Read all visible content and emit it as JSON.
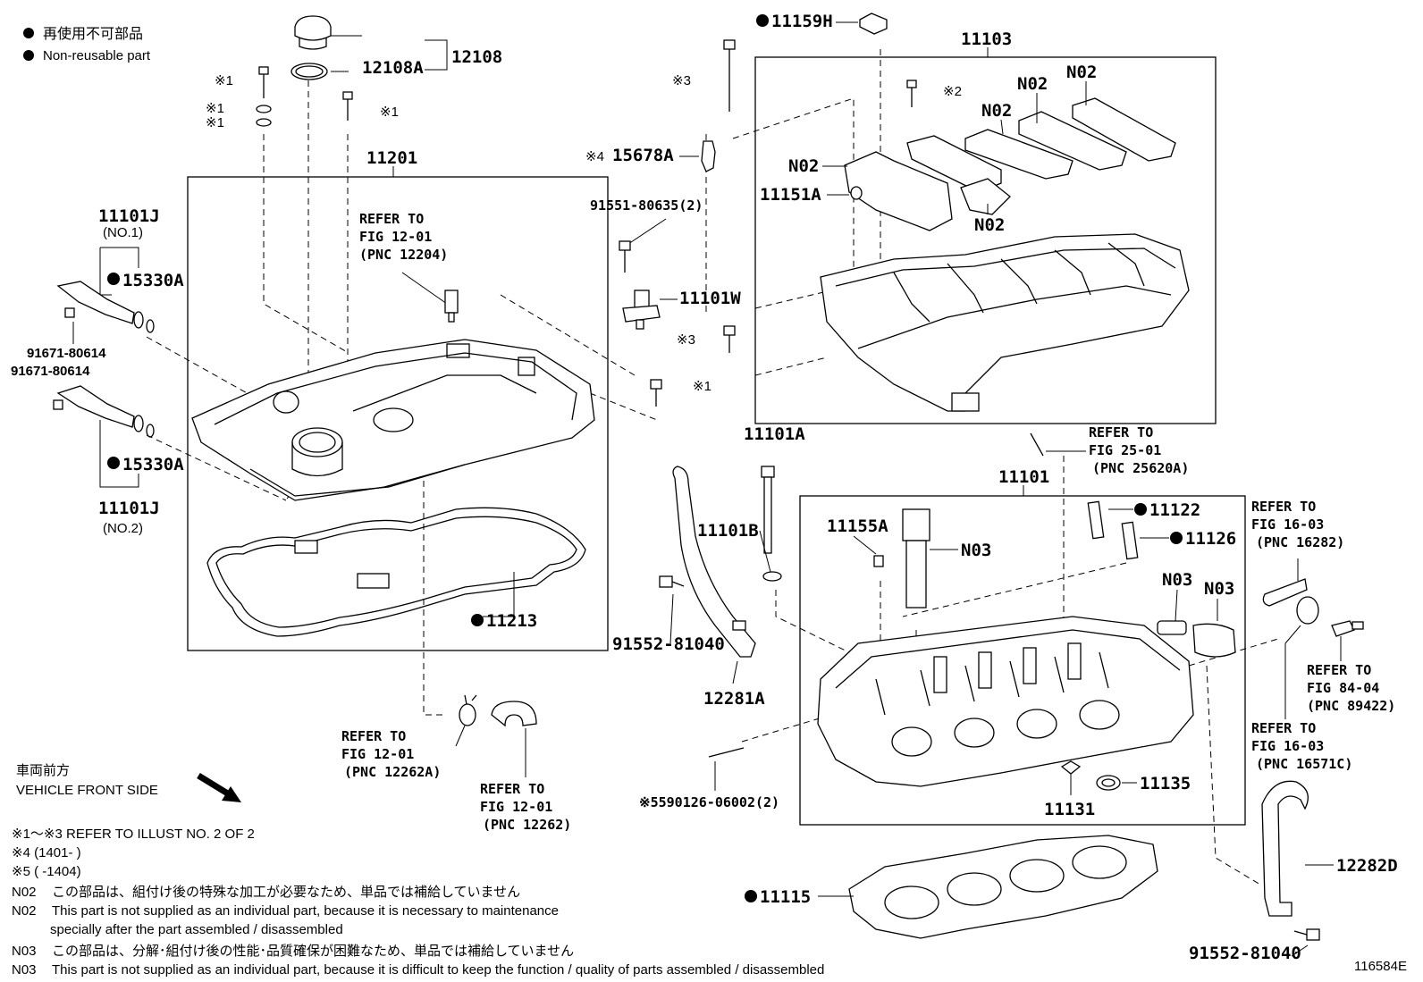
{
  "legend": {
    "jp": "再使用不可部品",
    "en": "Non-reusable part"
  },
  "parts": {
    "p11159H": "11159H",
    "p11103": "11103",
    "p12108": "12108",
    "p12108A": "12108A",
    "p11201": "11201",
    "p15678A": "15678A",
    "p91551": "91551-80635(2)",
    "p11151A": "11151A",
    "p11101J_1": "11101J",
    "no1": "(NO.1)",
    "p15330A_1": "15330A",
    "p91671a": "91671-80614",
    "p91671b": "91671-80614",
    "p11101W": "11101W",
    "p15330A_2": "15330A",
    "p11101J_2": "11101J",
    "no2": "(NO.2)",
    "p11101A": "11101A",
    "p11101": "11101",
    "p11101B": "11101B",
    "p11155A": "11155A",
    "p11122": "11122",
    "p11126": "11126",
    "p11213": "11213",
    "p91552a": "91552-81040",
    "p12281A": "12281A",
    "p11135": "11135",
    "p11131": "11131",
    "p590126": "590126-06002(2)",
    "p12282D": "12282D",
    "p11115": "11115",
    "p91552b": "91552-81040",
    "n02": "N02",
    "n03": "N03",
    "ast1": "※1",
    "ast2": "※2",
    "ast3": "※3",
    "ast4": "※4",
    "ast5": "※5"
  },
  "refs": {
    "refer_to": "REFER TO",
    "r12204": {
      "fig": "FIG 12-01",
      "pnc": "(PNC 12204)"
    },
    "r25620A": {
      "fig": "FIG 25-01",
      "pnc": "(PNC 25620A)"
    },
    "r16282": {
      "fig": "FIG 16-03",
      "pnc": "(PNC 16282)"
    },
    "r89422": {
      "fig": "FIG 84-04",
      "pnc": "(PNC 89422)"
    },
    "r16571C": {
      "fig": "FIG 16-03",
      "pnc": "(PNC 16571C)"
    },
    "r12262A": {
      "fig": "FIG 12-01",
      "pnc": "(PNC 12262A)"
    },
    "r12262": {
      "fig": "FIG 12-01",
      "pnc": "(PNC 12262)"
    }
  },
  "front": {
    "jp": "車両前方",
    "en": "VEHICLE FRONT SIDE"
  },
  "notes": {
    "n1": "※1～※3  REFER TO ILLUST NO. 2 OF 2",
    "n2": "※4 (1401-      )",
    "n3": "※5 (      -1404)",
    "n02_label": "N02",
    "n02_jp": "この部品は、組付け後の特殊な加工が必要なため、単品では補給していません",
    "n02_en1": "This part is not supplied as an individual part, because it is necessary to maintenance",
    "n02_en2": "specially after the part assembled / disassembled",
    "n03_label": "N03",
    "n03_jp": "この部品は、分解･組付け後の性能･品質確保が困難なため、単品では補給していません",
    "n03_en": "This part is not supplied as an individual part, because it is difficult to keep the function / quality of parts  assembled / disassembled"
  },
  "illust_id": "116584E"
}
